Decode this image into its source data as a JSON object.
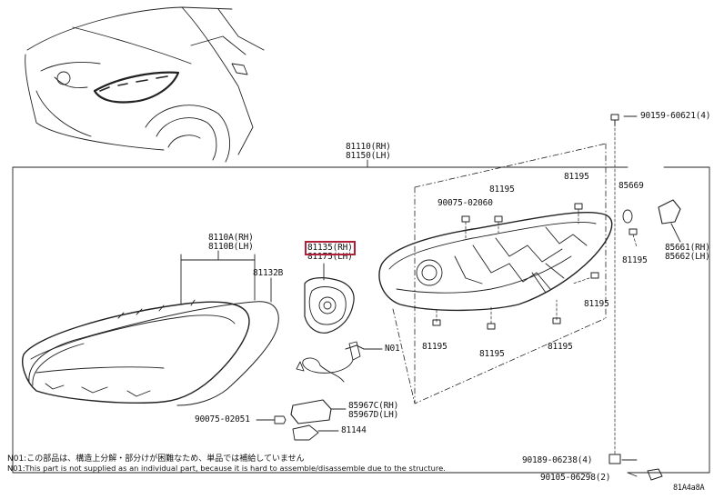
{
  "labels": {
    "p_90159": "90159-60621(4)",
    "p_81110_rh": "81110(RH)",
    "p_81150_lh": "81150(LH)",
    "p_81195_a": "81195",
    "p_90075_02060": "90075-02060",
    "p_81195_b": "81195",
    "p_85669": "85669",
    "p_8110a_rh": "8110A(RH)",
    "p_8110b_lh": "8110B(LH)",
    "p_81135_rh": "81135(RH)",
    "p_81175_lh": "81175(LH)",
    "p_81132b": "81132B",
    "p_85661_rh": "85661(RH)",
    "p_85662_lh": "85662(LH)",
    "p_81195_c": "81195",
    "p_81195_d": "81195",
    "p_n01": "N01",
    "p_81195_e": "81195",
    "p_81195_f": "81195",
    "p_81195_g": "81195",
    "p_8596c_rh": "85967C(RH)",
    "p_8596d_lh": "85967D(LH)",
    "p_90075_02051": "90075-02051",
    "p_81144": "81144",
    "p_90189": "90189-06238(4)",
    "p_90105": "90105-06298(2)",
    "p_ref": "81A4a8A"
  },
  "notes": {
    "ja": "N01:この部品は、構造上分解・部分けが困難なため、単品では補給していません",
    "en": "N01:This part is not supplied as an individual part, because it is hard to assemble/disassemble due to the structure."
  }
}
